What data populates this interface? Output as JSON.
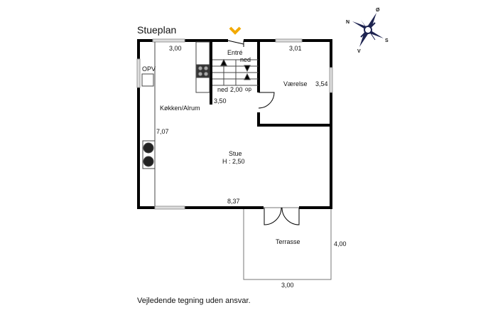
{
  "title": "Stueplan",
  "rooms": {
    "entre": "Entré",
    "kitchen": "Køkken/Alrum",
    "bedroom": "Værelse",
    "living": "Stue",
    "living_height": "H : 2,50",
    "terrace": "Terrasse"
  },
  "labels": {
    "opv": "OPV",
    "stairs_down_top": "ned",
    "stairs_down": "ned",
    "stairs_up": "op"
  },
  "dimensions": {
    "kitchen_top": "3,00",
    "bedroom_top": "3,01",
    "bedroom_side": "3,54",
    "stairs": "2,00",
    "wall": "3,50",
    "kitchen_side": "7,07",
    "bottom": "8,37",
    "terrace_side": "4,00",
    "terrace_bottom": "3,00"
  },
  "compass": {
    "n": "N",
    "e": "Ø",
    "s": "S",
    "w": "V"
  },
  "disclaimer": "Vejledende tegning uden ansvar.",
  "colors": {
    "wall": "#000000",
    "entrance_marker": "#f2a900",
    "compass": "#1d2350"
  }
}
